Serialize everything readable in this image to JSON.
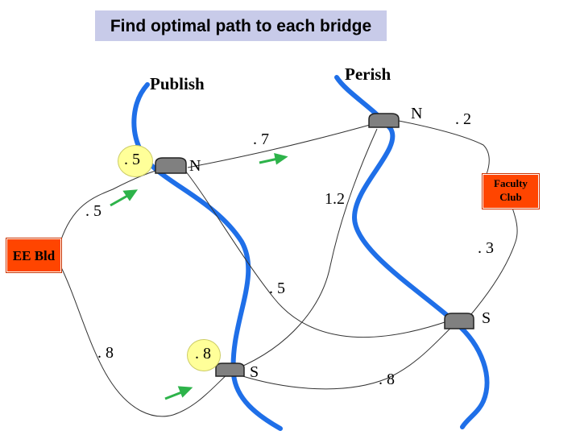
{
  "title": "Find optimal path to each bridge",
  "rivers": {
    "left": "Publish",
    "right": "Perish"
  },
  "locations": {
    "ee": "EE Bld",
    "faculty_line1": "Faculty",
    "faculty_line2": "Club"
  },
  "bridge_labels": {
    "publish_north": "N",
    "publish_south": "S",
    "perish_north": "N",
    "perish_south": "S"
  },
  "edge_weights": {
    "ee_to_pn": ". 5",
    "ee_to_ps": ". 8",
    "pn_to_rn": ". 7",
    "ps_to_rn": "1.2",
    "pn_to_rs": ". 5",
    "ps_to_rs": ". 8",
    "rn_to_fc": ". 2",
    "rs_to_fc": ". 3"
  },
  "optimal_costs": {
    "publish_north": ". 5",
    "publish_south": ". 8"
  },
  "colors": {
    "river": "#1f6fe8",
    "arrow": "#2db34a",
    "building": "#ff4500",
    "highlight": "#ffff99",
    "title_bg": "#c8cbe9"
  }
}
